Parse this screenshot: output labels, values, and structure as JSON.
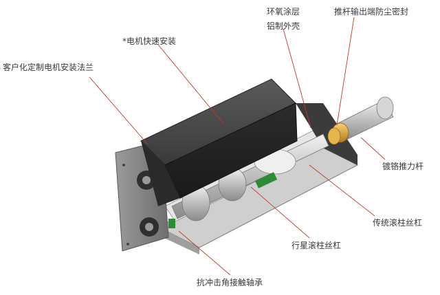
{
  "labels": {
    "flange": "客户化定制电机安装法兰",
    "motor_mount": "*电机快速安装",
    "coating_line1": "环氧涂层",
    "coating_line2": "铝制外壳",
    "seal": "推杆输出端防尘密封",
    "rod": "镀铬推力杆",
    "ball_screw": "传统滚柱丝杠",
    "planetary_screw": "行星滚柱丝杠",
    "bearing": "抗冲击角接触轴承"
  },
  "colors": {
    "leader_line": "#c0392b",
    "housing_dark": "#2b2b2b",
    "housing_mid": "#4a4a4a",
    "steel_light": "#d9d9d9",
    "brass": "#d9a441",
    "accent_green": "#2e8b3a"
  }
}
